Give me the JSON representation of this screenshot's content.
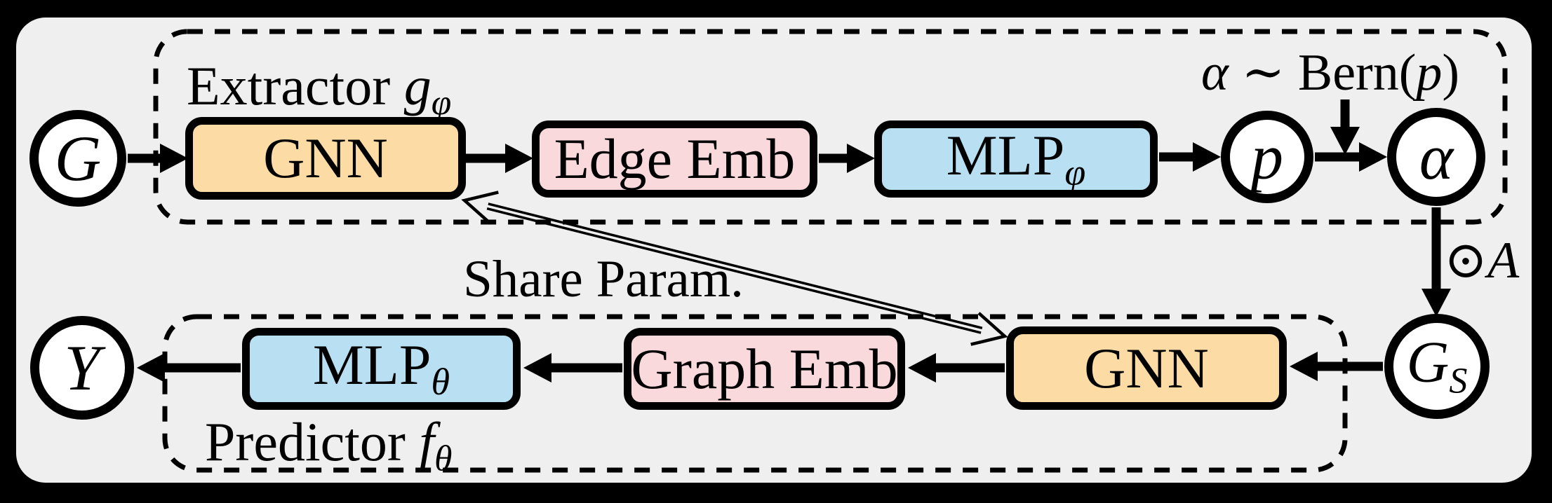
{
  "figure": {
    "type": "gnn-extractor-predictor-architecture"
  },
  "colors": {
    "background": "#000000",
    "panel": "#efefef",
    "ink": "#000000",
    "block_orange": "#fcdca4",
    "block_pink": "#fad9dd",
    "block_blue": "#b8e0f2",
    "node_fill": "#ffffff"
  },
  "nodes": {
    "g": {
      "label": "G"
    },
    "p": {
      "label": "p"
    },
    "alpha": {
      "label": "α"
    },
    "gs": {
      "main": "G",
      "sub": "S"
    },
    "y": {
      "label": "Y"
    }
  },
  "blocks": {
    "gnn_top": {
      "label": "GNN"
    },
    "edge_emb": {
      "label": "Edge Emb"
    },
    "mlp_phi": {
      "main": "MLP",
      "sub": "φ"
    },
    "gnn_bottom": {
      "label": "GNN"
    },
    "graph_emb": {
      "label": "Graph Emb"
    },
    "mlp_theta": {
      "main": "MLP",
      "sub": "θ"
    }
  },
  "annotations": {
    "extractor": {
      "prefix": "Extractor ",
      "var": "g",
      "sub": "φ"
    },
    "predictor": {
      "prefix": "Predictor ",
      "var": "f",
      "sub": "θ"
    },
    "bern": {
      "alpha": "α",
      "mid": " ∼ Bern(",
      "p": "p",
      "close": ")"
    },
    "odot": {
      "sym": "⊙",
      "var": "A"
    },
    "share": "Share Param."
  }
}
